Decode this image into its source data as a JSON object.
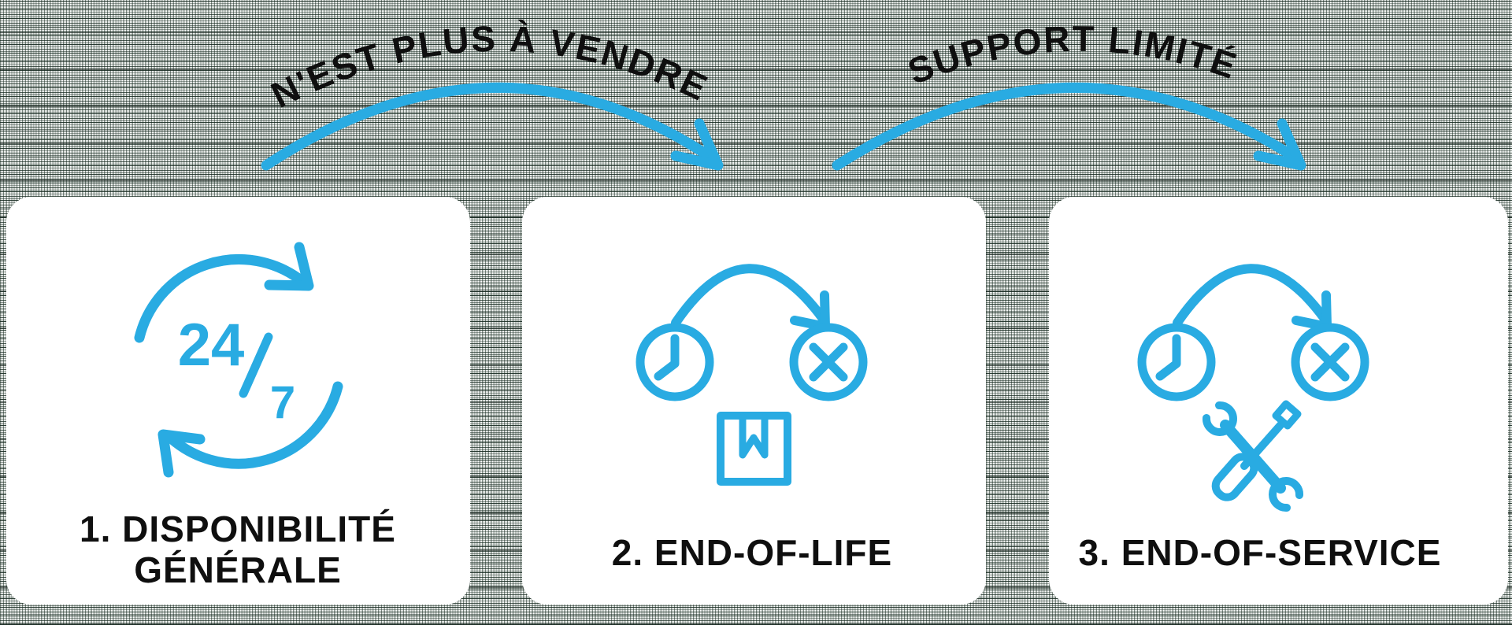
{
  "colors": {
    "accent": "#29abe2",
    "label": "#0f0f0f",
    "card": "#ffffff"
  },
  "transitions": [
    {
      "label": "N'EST PLUS À VENDRE"
    },
    {
      "label": "SUPPORT LIMITÉ"
    }
  ],
  "stages": [
    {
      "title_line1": "1. DISPONIBILITÉ",
      "title_line2": "GÉNÉRALE",
      "icon": "availability-24-7-cycle",
      "icon_text_hours": "24",
      "icon_text_days": "7"
    },
    {
      "title": "2. END-OF-LIFE",
      "icon": "clock-to-cancel-package"
    },
    {
      "title": "3. END-OF-SERVICE",
      "icon": "clock-to-cancel-tools"
    }
  ]
}
